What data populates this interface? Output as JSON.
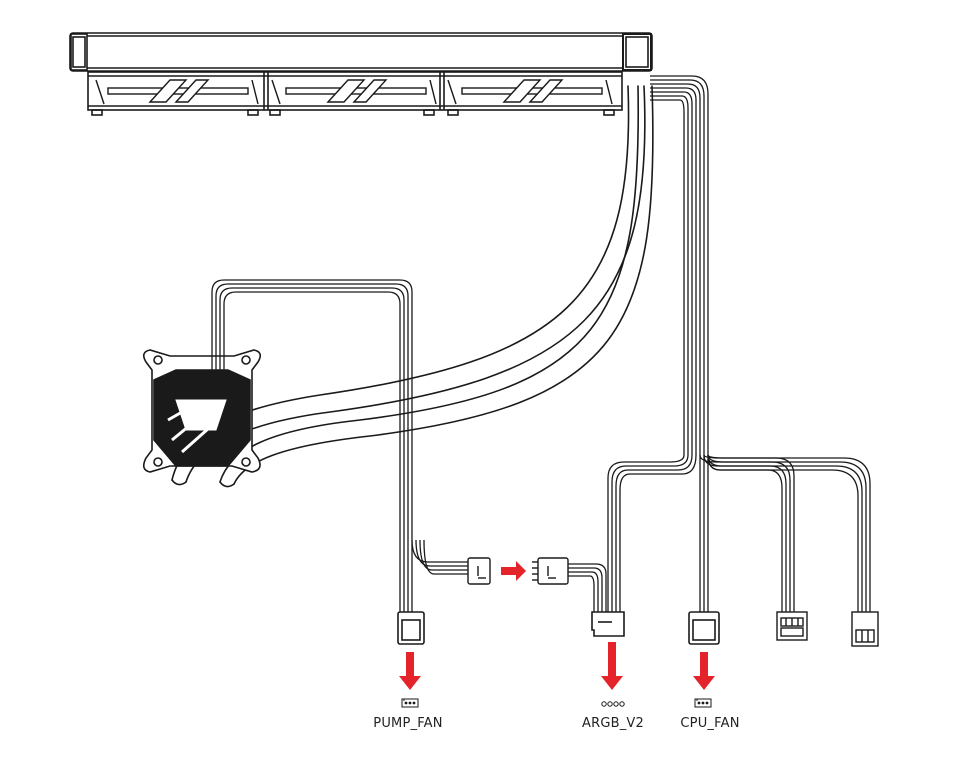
{
  "labels": {
    "pump_fan": "PUMP_FAN",
    "argb_v2": "ARGB_V2",
    "cpu_fan": "CPU_FAN"
  },
  "colors": {
    "line": "#1a1a1a",
    "arrow": "#e5232a",
    "background": "#ffffff"
  },
  "icons": [
    "pump-fan-header-icon",
    "argb-header-icon",
    "cpu-fan-header-icon"
  ]
}
